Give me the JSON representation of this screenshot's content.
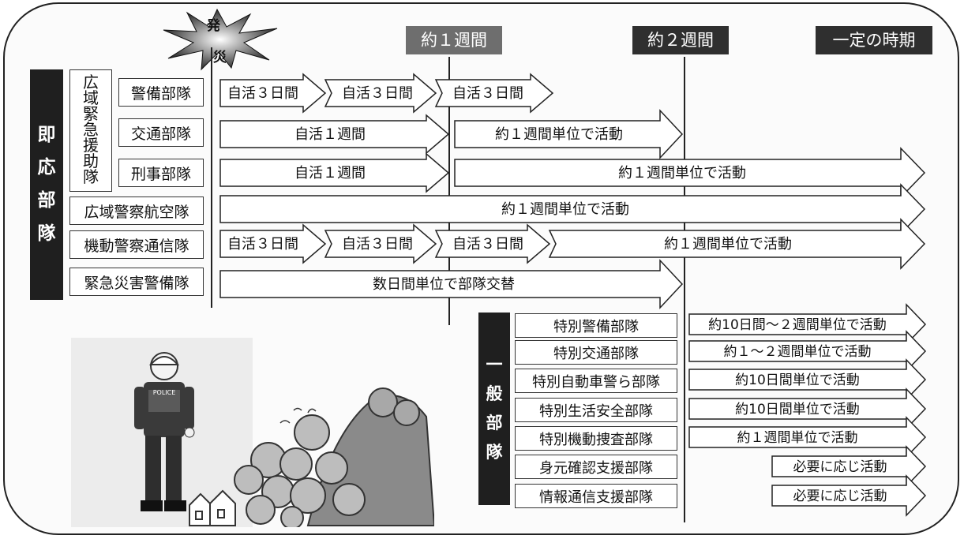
{
  "disaster_label_line1": "発",
  "disaster_label_line2": "災",
  "timeline": {
    "approx_1_week": "約１週間",
    "approx_2_weeks": "約２週間",
    "fixed_period": "一定の時期"
  },
  "immediate_units": {
    "title_chars": [
      "即",
      "応",
      "部",
      "隊"
    ],
    "wide_area_emergency_chars": [
      "広",
      "域",
      "緊",
      "急",
      "援",
      "助",
      "隊"
    ],
    "units": [
      "警備部隊",
      "交通部隊",
      "刑事部隊",
      "広域警察航空隊",
      "機動警察通信隊",
      "緊急災害警備隊"
    ]
  },
  "general_units": {
    "title_chars": [
      "一",
      "般",
      "部",
      "隊"
    ],
    "units": [
      "特別警備部隊",
      "特別交通部隊",
      "特別自動車警ら部隊",
      "特別生活安全部隊",
      "特別機動捜査部隊",
      "身元確認支援部隊",
      "情報通信支援部隊"
    ]
  },
  "arrow_texts": {
    "self_3days": "自活３日間",
    "self_1week": "自活１週間",
    "approx_1week_unit": "約１週間単位で活動",
    "few_days_swap": "数日間単位で部隊交替",
    "g_10days_2weeks": "約10日間～２週間単位で活動",
    "g_1_2weeks": "約１～２週間単位で活動",
    "g_10days": "約10日間単位で活動",
    "g_1week": "約１週間単位で活動",
    "g_as_needed": "必要に応じ活動"
  },
  "illustration": {
    "badge_text": "POLICE"
  }
}
